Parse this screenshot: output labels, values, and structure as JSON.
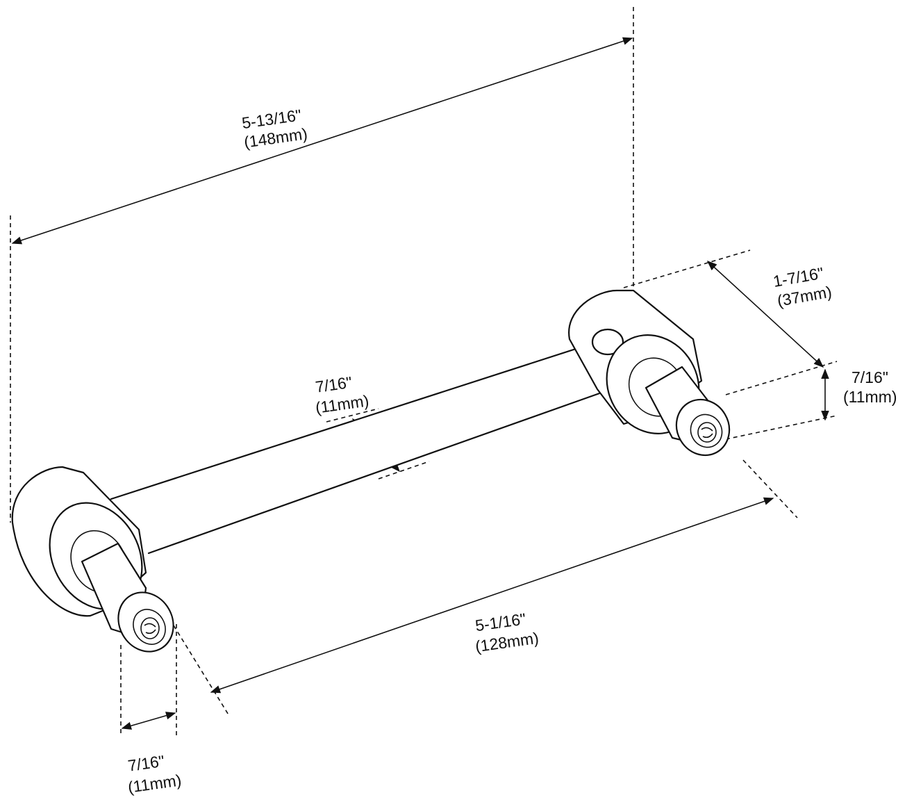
{
  "diagram": {
    "dimensions": {
      "overall_length": {
        "imperial": "5-13/16\"",
        "metric": "(148mm)"
      },
      "bar_diameter": {
        "imperial": "7/16\"",
        "metric": "(11mm)"
      },
      "projection": {
        "imperial": "1-7/16\"",
        "metric": "(37mm)"
      },
      "post_diameter_right": {
        "imperial": "7/16\"",
        "metric": "(11mm)"
      },
      "hole_spacing": {
        "imperial": "5-1/16\"",
        "metric": "(128mm)"
      },
      "post_diameter_left": {
        "imperial": "7/16\"",
        "metric": "(11mm)"
      }
    },
    "colors": {
      "line": "#111111",
      "background": "#ffffff"
    }
  }
}
